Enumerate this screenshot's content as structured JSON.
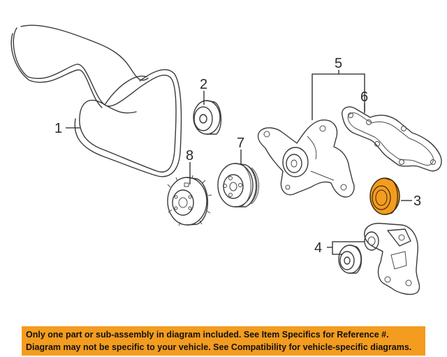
{
  "callouts": {
    "c1": "1",
    "c2": "2",
    "c3": "3",
    "c4": "4",
    "c5": "5",
    "c6": "6",
    "c7": "7",
    "c8": "8"
  },
  "highlight_color": "#f39c1f",
  "banner": {
    "line1": "Only one part or sub-assembly in diagram included. See Item Specifics for Reference #.",
    "line2": "Diagram may not be specific to your vehicle. See Compatibility for vehicle-specific diagrams."
  }
}
